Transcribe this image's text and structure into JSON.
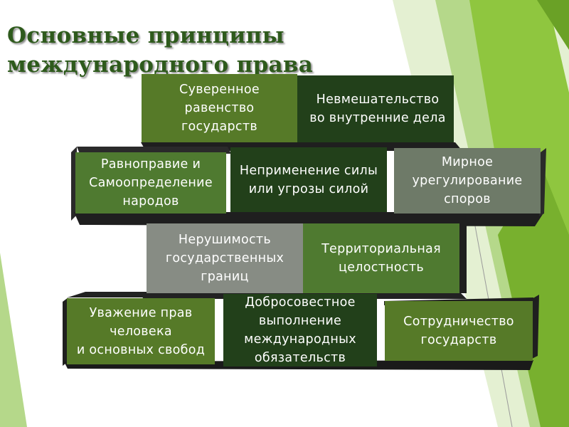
{
  "title_lines": [
    "Основные принципы",
    "международного права"
  ],
  "blocks": {
    "sovereign_equality": [
      "Суверенное",
      "равенство",
      "государств"
    ],
    "non_intervention": [
      "Невмешательство",
      "во внутренние дела"
    ],
    "equal_rights": [
      "Равноправие и",
      "Самоопределение",
      "народов"
    ],
    "non_use_of_force": [
      "Неприменение силы",
      "или угрозы силой"
    ],
    "peaceful_settlement": [
      "Мирное",
      "урегулирование",
      "споров"
    ],
    "inviolability_borders": [
      "Нерушимость",
      "государственных",
      "границ"
    ],
    "territorial_integrity": [
      "Территориальная",
      "целостность"
    ],
    "human_rights": [
      "Уважение прав",
      "человека",
      "и основных свобод"
    ],
    "good_faith": [
      "Добросовестное",
      "выполнение",
      "международных",
      "обязательств"
    ],
    "cooperation": [
      "Сотрудничество",
      "государств"
    ]
  },
  "colors": {
    "title": "#2e5a1c",
    "block_olive": "#567a28",
    "block_dark": "#22401a",
    "block_mid": "#4f7a30",
    "block_gray": "#6e7a68",
    "block_gray2": "#878c84",
    "bar_green": "#8fc63f",
    "bar_light": "#b5d88a"
  }
}
